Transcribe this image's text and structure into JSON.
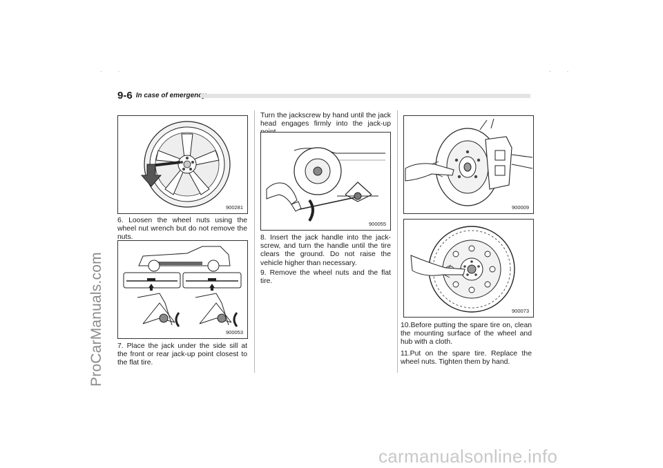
{
  "watermarks": {
    "side": "ProCarManuals.com",
    "bottom": "carmanualsonline.info"
  },
  "header": {
    "section_number": "9-6",
    "section_title": "In case of emergency"
  },
  "figures": {
    "wheel_nut": "900281",
    "jack_points": "900053",
    "jack_handle": "900055",
    "hub_clean": "900009",
    "spare_tire": "900073"
  },
  "text": {
    "step6": "6.  Loosen the wheel nuts using the wheel nut wrench but do not remove the nuts.",
    "step7": "7.  Place the jack under the side sill at the front or rear jack-up point closest to the flat tire.",
    "jackscrew": "Turn the jackscrew by hand until the jack head engages firmly into the jack-up point.",
    "step8": "8. Insert the jack handle into the jack-screw, and turn the handle until the tire clears the ground. Do not raise the vehicle higher than necessary.",
    "step9": "9. Remove the wheel nuts and the flat tire.",
    "step10": "10.Before putting the spare tire on, clean the mounting surface of the wheel and hub with a cloth.",
    "step11": "11.Put on the spare tire. Replace the wheel nuts. Tighten them by hand."
  },
  "colors": {
    "rule": "#e3e3e3",
    "frame": "#333333"
  }
}
